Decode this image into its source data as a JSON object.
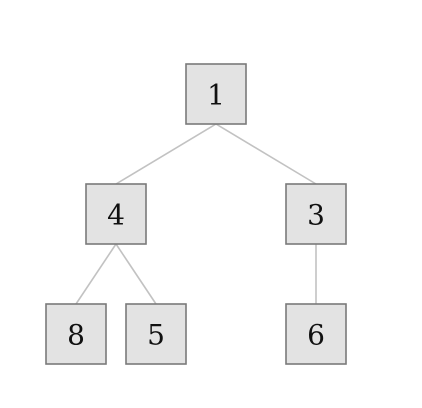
{
  "diagram": {
    "type": "tree",
    "root": {
      "label": "1",
      "children": [
        {
          "label": "4",
          "children": [
            {
              "label": "8",
              "children": []
            },
            {
              "label": "5",
              "children": []
            }
          ]
        },
        {
          "label": "3",
          "children": [
            {
              "label": "6",
              "children": []
            }
          ]
        }
      ]
    }
  },
  "colors": {
    "node_fill": "#e3e3e3",
    "node_border": "#7a7a7a",
    "edge": "#c2c2c2",
    "text": "#111111"
  }
}
